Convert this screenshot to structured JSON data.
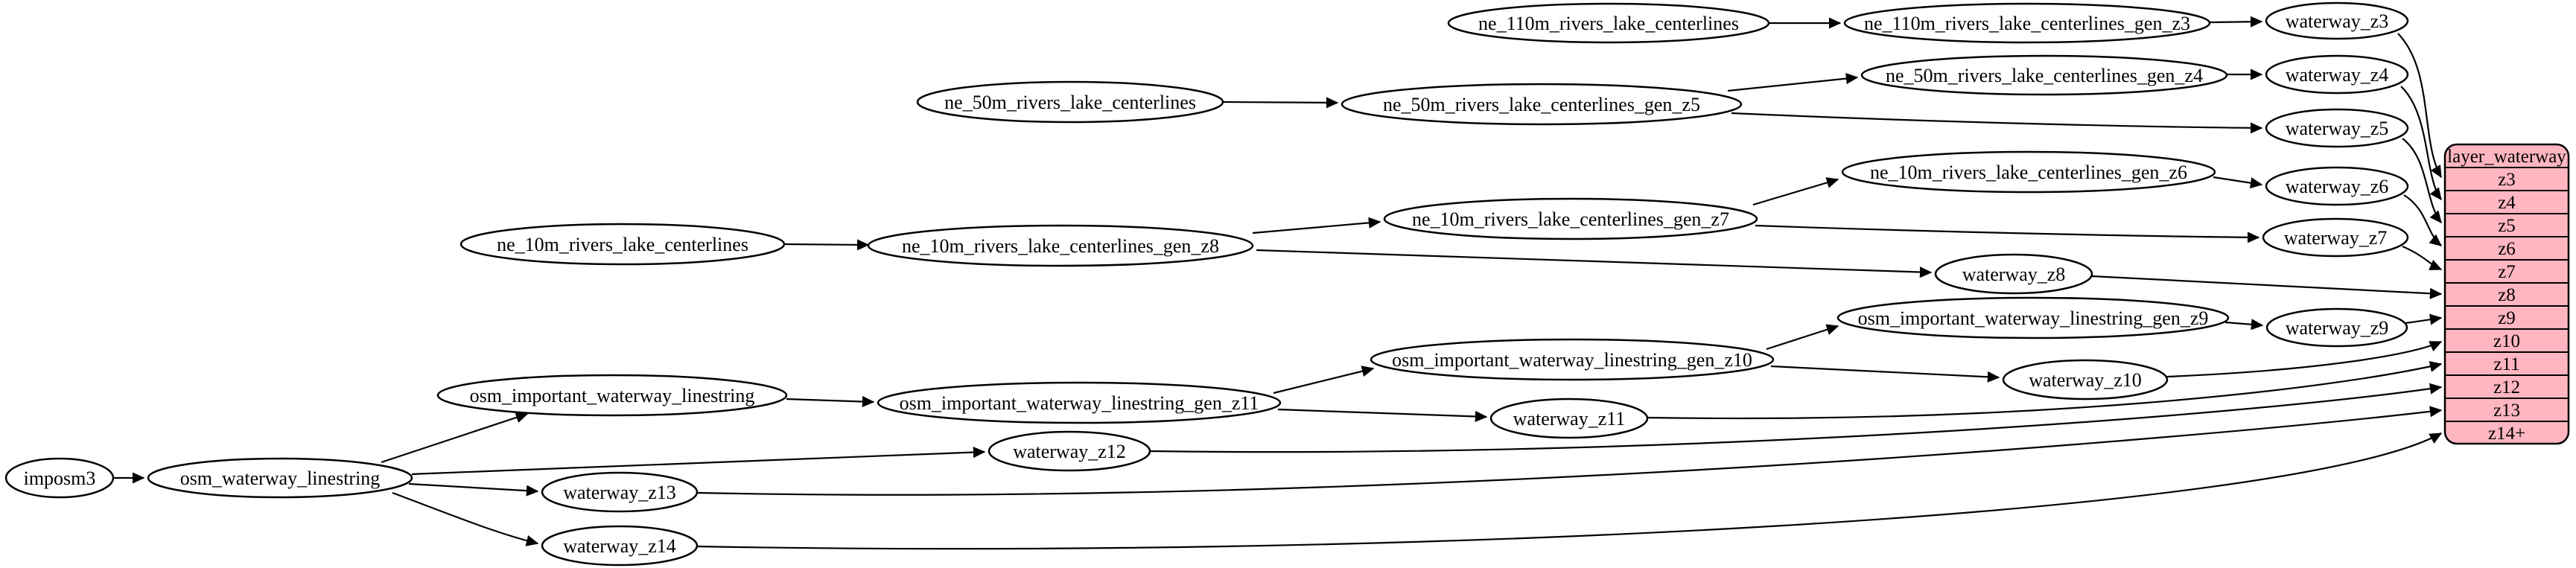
{
  "diagram": {
    "type": "graphviz-digraph-etl",
    "title_hint": "waterway layer ETL graph",
    "colors": {
      "background": "#ffffff",
      "node_fill": "#ffffff",
      "node_stroke": "#000000",
      "edge_color": "#000000",
      "table_fill": "#ffb6c1",
      "text_color": "#000000"
    },
    "nodes": {
      "imposm3": "imposm3",
      "osm_waterway_linestring": "osm_waterway_linestring",
      "osm_important_waterway_linestring": "osm_important_waterway_linestring",
      "osm_important_waterway_linestring_gen_z11": "osm_important_waterway_linestring_gen_z11",
      "osm_important_waterway_linestring_gen_z10": "osm_important_waterway_linestring_gen_z10",
      "osm_important_waterway_linestring_gen_z9": "osm_important_waterway_linestring_gen_z9",
      "ne_110m_rivers_lake_centerlines": "ne_110m_rivers_lake_centerlines",
      "ne_110m_rivers_lake_centerlines_gen_z3": "ne_110m_rivers_lake_centerlines_gen_z3",
      "ne_50m_rivers_lake_centerlines": "ne_50m_rivers_lake_centerlines",
      "ne_50m_rivers_lake_centerlines_gen_z5": "ne_50m_rivers_lake_centerlines_gen_z5",
      "ne_50m_rivers_lake_centerlines_gen_z4": "ne_50m_rivers_lake_centerlines_gen_z4",
      "ne_10m_rivers_lake_centerlines": "ne_10m_rivers_lake_centerlines",
      "ne_10m_rivers_lake_centerlines_gen_z8": "ne_10m_rivers_lake_centerlines_gen_z8",
      "ne_10m_rivers_lake_centerlines_gen_z7": "ne_10m_rivers_lake_centerlines_gen_z7",
      "ne_10m_rivers_lake_centerlines_gen_z6": "ne_10m_rivers_lake_centerlines_gen_z6",
      "waterway_z3": "waterway_z3",
      "waterway_z4": "waterway_z4",
      "waterway_z5": "waterway_z5",
      "waterway_z6": "waterway_z6",
      "waterway_z7": "waterway_z7",
      "waterway_z8": "waterway_z8",
      "waterway_z9": "waterway_z9",
      "waterway_z10": "waterway_z10",
      "waterway_z11": "waterway_z11",
      "waterway_z12": "waterway_z12",
      "waterway_z13": "waterway_z13",
      "waterway_z14": "waterway_z14"
    },
    "table": {
      "title": "layer_waterway",
      "rows": [
        "z3",
        "z4",
        "z5",
        "z6",
        "z7",
        "z8",
        "z9",
        "z10",
        "z11",
        "z12",
        "z13",
        "z14+"
      ]
    },
    "edges": [
      [
        "imposm3",
        "osm_waterway_linestring"
      ],
      [
        "osm_waterway_linestring",
        "osm_important_waterway_linestring"
      ],
      [
        "osm_waterway_linestring",
        "waterway_z12"
      ],
      [
        "osm_waterway_linestring",
        "waterway_z13"
      ],
      [
        "osm_waterway_linestring",
        "waterway_z14"
      ],
      [
        "osm_important_waterway_linestring",
        "osm_important_waterway_linestring_gen_z11"
      ],
      [
        "osm_important_waterway_linestring_gen_z11",
        "osm_important_waterway_linestring_gen_z10"
      ],
      [
        "osm_important_waterway_linestring_gen_z11",
        "waterway_z11"
      ],
      [
        "osm_important_waterway_linestring_gen_z10",
        "osm_important_waterway_linestring_gen_z9"
      ],
      [
        "osm_important_waterway_linestring_gen_z10",
        "waterway_z10"
      ],
      [
        "osm_important_waterway_linestring_gen_z9",
        "waterway_z9"
      ],
      [
        "ne_110m_rivers_lake_centerlines",
        "ne_110m_rivers_lake_centerlines_gen_z3"
      ],
      [
        "ne_110m_rivers_lake_centerlines_gen_z3",
        "waterway_z3"
      ],
      [
        "ne_50m_rivers_lake_centerlines",
        "ne_50m_rivers_lake_centerlines_gen_z5"
      ],
      [
        "ne_50m_rivers_lake_centerlines_gen_z5",
        "ne_50m_rivers_lake_centerlines_gen_z4"
      ],
      [
        "ne_50m_rivers_lake_centerlines_gen_z5",
        "waterway_z5"
      ],
      [
        "ne_50m_rivers_lake_centerlines_gen_z4",
        "waterway_z4"
      ],
      [
        "ne_10m_rivers_lake_centerlines",
        "ne_10m_rivers_lake_centerlines_gen_z8"
      ],
      [
        "ne_10m_rivers_lake_centerlines_gen_z8",
        "ne_10m_rivers_lake_centerlines_gen_z7"
      ],
      [
        "ne_10m_rivers_lake_centerlines_gen_z8",
        "waterway_z8"
      ],
      [
        "ne_10m_rivers_lake_centerlines_gen_z7",
        "ne_10m_rivers_lake_centerlines_gen_z6"
      ],
      [
        "ne_10m_rivers_lake_centerlines_gen_z7",
        "waterway_z7"
      ],
      [
        "ne_10m_rivers_lake_centerlines_gen_z6",
        "waterway_z6"
      ],
      [
        "waterway_z3",
        "layer_waterway.z3"
      ],
      [
        "waterway_z4",
        "layer_waterway.z4"
      ],
      [
        "waterway_z5",
        "layer_waterway.z5"
      ],
      [
        "waterway_z6",
        "layer_waterway.z6"
      ],
      [
        "waterway_z7",
        "layer_waterway.z7"
      ],
      [
        "waterway_z8",
        "layer_waterway.z8"
      ],
      [
        "waterway_z9",
        "layer_waterway.z9"
      ],
      [
        "waterway_z10",
        "layer_waterway.z10"
      ],
      [
        "waterway_z11",
        "layer_waterway.z11"
      ],
      [
        "waterway_z12",
        "layer_waterway.z12"
      ],
      [
        "waterway_z13",
        "layer_waterway.z13"
      ],
      [
        "waterway_z14",
        "layer_waterway.z14+"
      ]
    ]
  }
}
